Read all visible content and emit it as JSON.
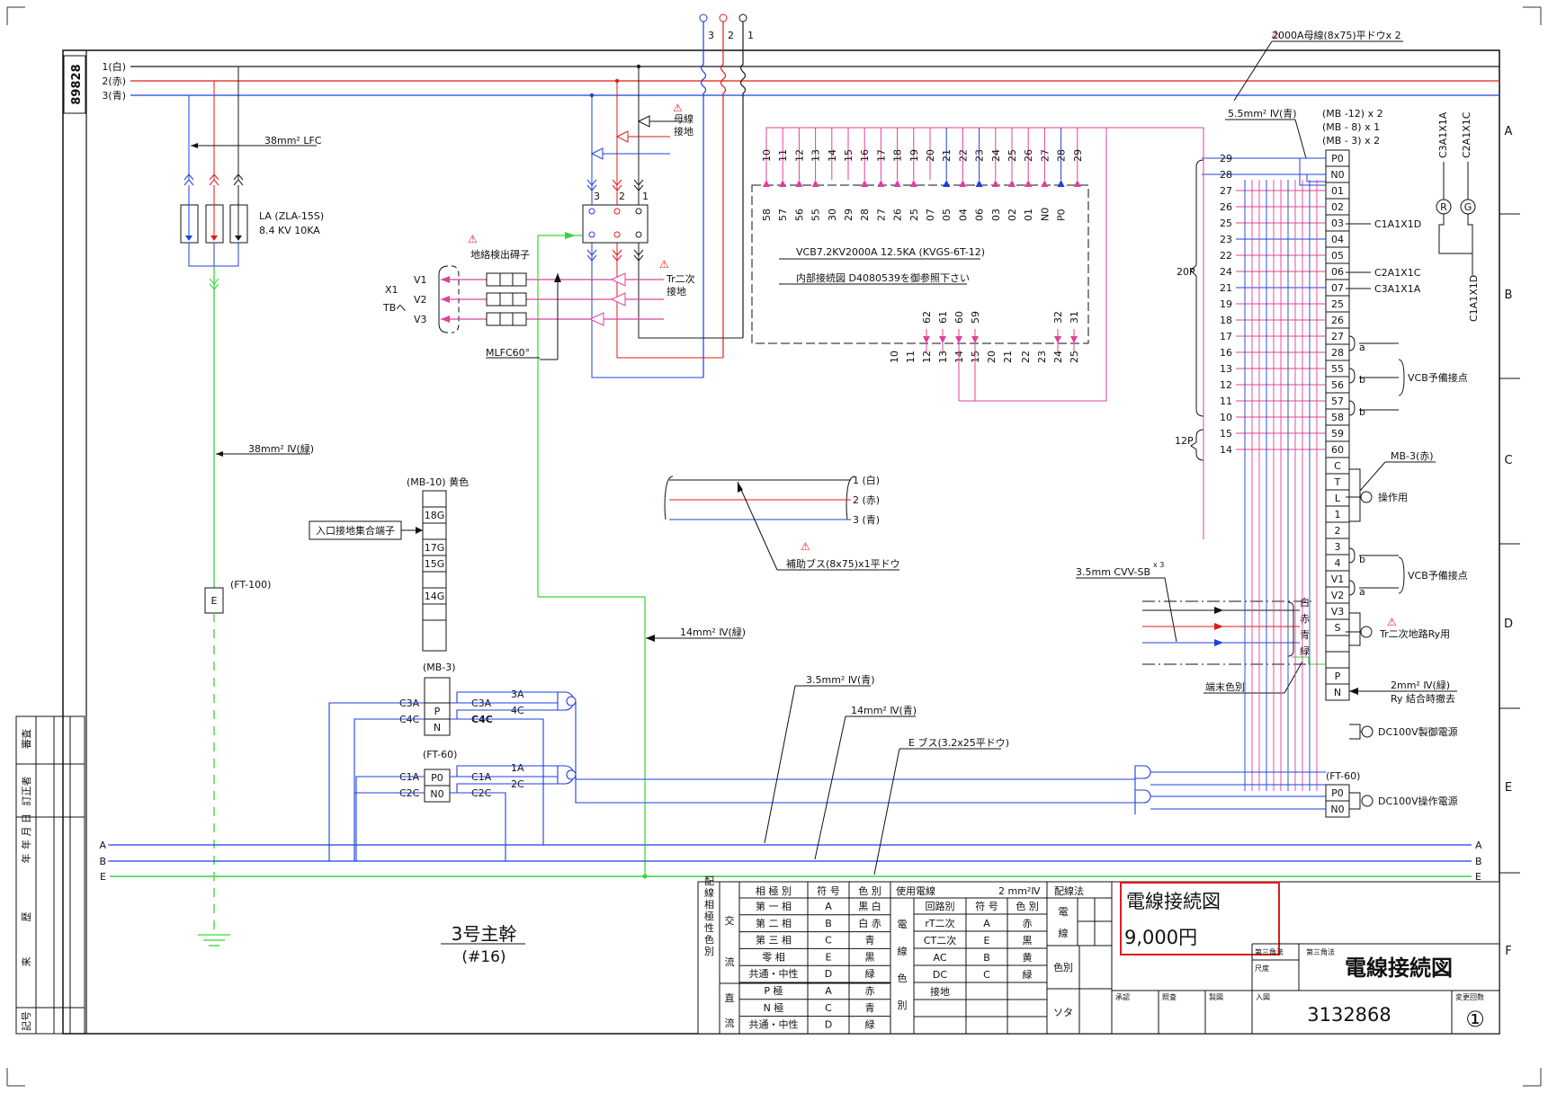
{
  "drawing": {
    "side_number": "89828",
    "drawing_number": "3132868",
    "title": "電線接続図",
    "stamp_title": "電線接続図",
    "stamp_price": "9,000円",
    "revision": "①",
    "main_caption_1": "3号主幹",
    "main_caption_2": "(#16)",
    "method_label": "第三角法",
    "scale_label": "尺度"
  },
  "colors": {
    "white_phase": "#1a1a1a",
    "red_phase": "#e21a1a",
    "blue_phase": "#1f3fe0",
    "ground": "#37d637",
    "control": "#e0409a",
    "border": "#111111"
  },
  "bus": {
    "rows": [
      "1(白)",
      "2(赤)",
      "3(青)"
    ],
    "top_terminals": [
      "3",
      "2",
      "1"
    ],
    "main_bus_label": "2000A母線(8x75)平ドウx 2",
    "lfc_label": "38mm² LFC",
    "la_label_1": "LA (ZLA-15S)",
    "la_label_2": "8.4 KV 10KA",
    "ground_wire_label": "38mm² Ⅳ(緑)",
    "busbar_ground_label_1": "母線",
    "busbar_ground_label_2": "接地",
    "aux_bus_rows": [
      "1 (白)",
      "2 (赤)",
      "3 (青)"
    ],
    "aux_bus_label": "補助ブス(8x75)x1平ドウ",
    "ft100_label": "(FT-100)",
    "ft100_terminal": "E"
  },
  "ground_detect": {
    "title": "地絡検出碍子",
    "lines": [
      "V1",
      "V2",
      "V3"
    ],
    "x1": "X1",
    "tb": "TBへ",
    "mlfc": "MLFC60°",
    "tr_label_1": "Tr二次",
    "tr_label_2": "接地",
    "ct_numbers": [
      "3",
      "2",
      "1"
    ]
  },
  "vcb": {
    "top_numbers": [
      "10",
      "11",
      "12",
      "13",
      "14",
      "15",
      "16",
      "17",
      "18",
      "19",
      "20",
      "21",
      "22",
      "23",
      "24",
      "25",
      "26",
      "27",
      "28",
      "29"
    ],
    "inner_numbers": [
      "58",
      "57",
      "56",
      "55",
      "30",
      "29",
      "28",
      "27",
      "26",
      "25",
      "07",
      "05",
      "04",
      "06",
      "03",
      "02",
      "01",
      "N0",
      "P0"
    ],
    "label_1": "VCB7.2KV2000A 12.5KA (KVGS-6T-12)",
    "label_2": "内部接続図 D4080539を御参照下さい",
    "low_inner": [
      "62",
      "61",
      "60",
      "59",
      "32",
      "31"
    ],
    "bottom_numbers": [
      "10",
      "11",
      "12",
      "13",
      "14",
      "15",
      "20",
      "21",
      "22",
      "23",
      "24",
      "25"
    ]
  },
  "terminal_block": {
    "header_1": "(MB -12) x 2",
    "header_2": "(MB - 8) x 1",
    "header_3": "(MB - 3) x 2",
    "wire_label": "5.5mm² Ⅳ(青)",
    "cells": [
      "P0",
      "N0",
      "01",
      "02",
      "03",
      "04",
      "05",
      "06",
      "07",
      "25",
      "26",
      "27",
      "28",
      "55",
      "56",
      "57",
      "58",
      "59",
      "60",
      "C",
      "T",
      "L",
      "1",
      "2",
      "3",
      "4",
      "V1",
      "V2",
      "V3",
      "S",
      "",
      "",
      "P",
      "N"
    ],
    "left_numbers": [
      "29",
      "28",
      "27",
      "26",
      "25",
      "23",
      "22",
      "24",
      "21",
      "19",
      "18",
      "17",
      "16",
      "13",
      "12",
      "11",
      "10",
      "15",
      "14"
    ],
    "p20": "20P",
    "p12": "12P",
    "label_c1a1x1d": "C1A1X1D",
    "label_c2a1x1c": "C2A1X1C",
    "label_c3a1x1a": "C3A1X1A",
    "vcb_spare_1": "VCB予備接点",
    "vcb_spare_2": "VCB予備接点",
    "mark_a": "a",
    "mark_b": "b",
    "mb3_red": "MB-3(赤)",
    "operation": "操作用",
    "cvv_label": "3.5mm CVV-SB",
    "cvv_exp": "x 3",
    "cable_colors": [
      "白",
      "赤",
      "青",
      "緑"
    ],
    "end_color": "端末色別",
    "tr_ry": "Tr二次地路Ry用",
    "wire_2mm_1": "2mm² Ⅳ(緑)",
    "wire_2mm_2": "Ry 結合時撤去",
    "dc_control": "DC100V製御電源",
    "ft60_right": "(FT-60)",
    "ft60_cells": [
      "P0",
      "N0"
    ],
    "dc_operation": "DC100V操作電源",
    "right_labels": [
      "3A",
      "4C",
      "1A",
      "2C"
    ],
    "gen_labels": [
      "C3A1X1A",
      "C2A1X1C",
      "C1A1X1D"
    ],
    "rel_r": "R",
    "rel_g": "G"
  },
  "mb10": {
    "title": "(MB-10) 黄色",
    "cells": [
      "",
      "18G",
      "",
      "17G",
      "15G",
      "",
      "14G",
      ""
    ],
    "entry": "入口接地集合端子"
  },
  "mb3": {
    "title": "(MB-3)",
    "cells": [
      "P",
      "N"
    ],
    "left": [
      "C3A",
      "C4C"
    ],
    "right": [
      "C3A",
      "C4C"
    ],
    "out": [
      "3A",
      "4C"
    ]
  },
  "ft60": {
    "title": "(FT-60)",
    "cells": [
      "P0",
      "N0"
    ],
    "left": [
      "C1A",
      "C2C"
    ],
    "right": [
      "C1A",
      "C2C"
    ],
    "out": [
      "1A",
      "2C"
    ]
  },
  "wire_labels": {
    "w14_green": "14mm² Ⅳ(緑)",
    "w35_blue": "3.5mm² Ⅳ(青)",
    "w14_blue": "14mm² Ⅳ(青)",
    "ebus": "E ブス(3.2x25平ドウ)"
  },
  "bottom_bus": {
    "rows": [
      "A",
      "B",
      "E"
    ]
  },
  "zones": [
    "A",
    "B",
    "C",
    "D",
    "E",
    "F"
  ],
  "legend": {
    "side": "配線相極性色別",
    "col_headers": [
      "相 極 別",
      "符 号",
      "色 別"
    ],
    "ac": "交",
    "ac2": "流",
    "dc": "直",
    "dc2": "流",
    "ac_rows": [
      [
        "第 一 相",
        "A",
        "黒 白"
      ],
      [
        "第 二 相",
        "B",
        "白 赤"
      ],
      [
        "第 三 相",
        "C",
        "青"
      ],
      [
        "零 相",
        "E",
        "黒"
      ],
      [
        "共通・中性",
        "D",
        "緑"
      ]
    ],
    "dc_rows": [
      [
        "P 極",
        "A",
        "赤"
      ],
      [
        "N 極",
        "C",
        "青"
      ],
      [
        "共通・中性",
        "D",
        "緑"
      ]
    ],
    "wire_header": "使用電線",
    "wire_size": "2 mm²Ⅳ",
    "method": "配線法",
    "circuit_headers": [
      "回路別",
      "符 号",
      "色 別"
    ],
    "circuit_side": [
      "電",
      "線",
      "色",
      "別"
    ],
    "circuit_rows": [
      [
        "rT二次",
        "A",
        "赤"
      ],
      [
        "CT二次",
        "E",
        "黒"
      ],
      [
        "AC",
        "B",
        "黄"
      ],
      [
        "DC",
        "C",
        "緑"
      ],
      [
        "接地",
        "",
        ""
      ]
    ],
    "method_side": [
      "電",
      "線"
    ],
    "method_color": "色別",
    "method_solder": "ソタ"
  },
  "title_block": {
    "approval": [
      "承認",
      "照査",
      "製図",
      "入図"
    ],
    "revision_label": "変更回数"
  },
  "revision_table": {
    "labels": [
      "審査",
      "訂正者",
      "年 月 日",
      "年",
      "歴",
      "来",
      "記号"
    ]
  }
}
